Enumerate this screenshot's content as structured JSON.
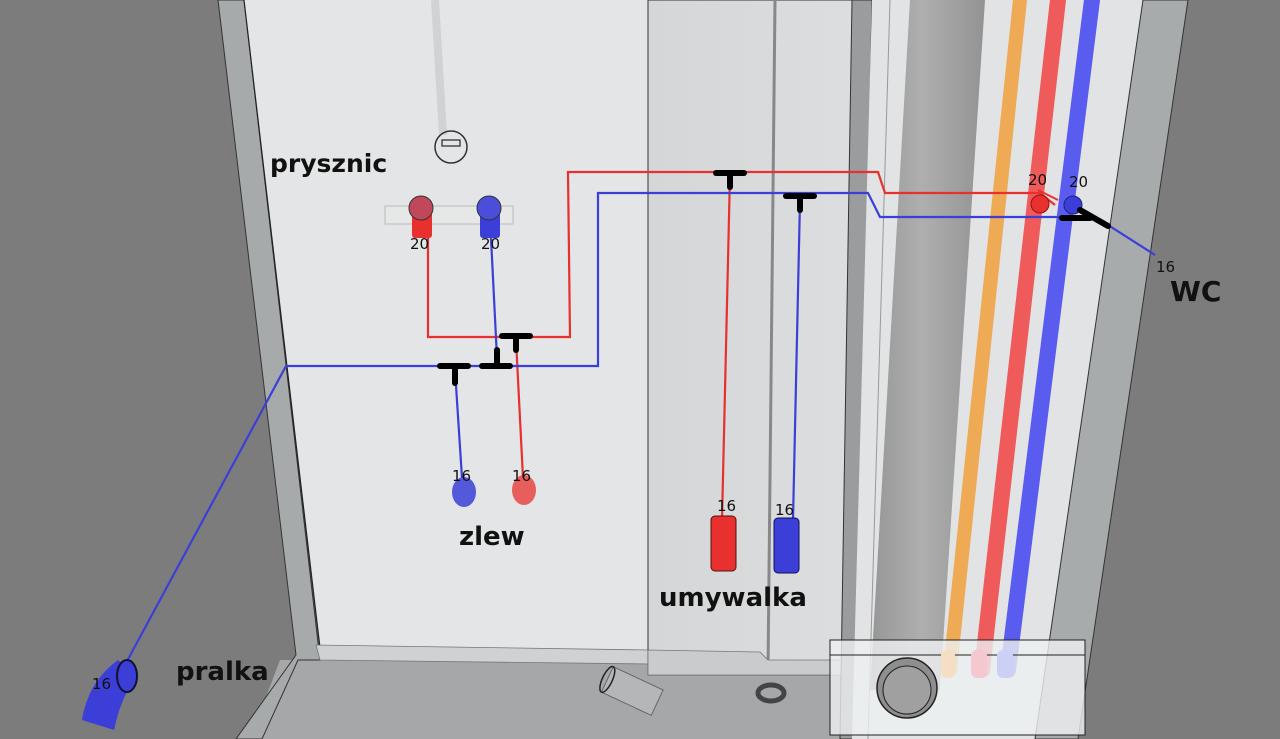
{
  "diagram": {
    "type": "plumbing-layout-3d",
    "colors": {
      "hot_water": "#e8302e",
      "cold_water": "#3b3fd8",
      "hot_pipe_3d": "#ef5a5a",
      "cold_pipe_3d": "#5a5cf0",
      "circulation_pipe_3d": "#eeaa55",
      "tee_fitting": "#000000",
      "wall_light": "#e3e5e6",
      "wall_dark": "#7c7c7c",
      "floor": "#a4a6a7"
    },
    "fixtures": [
      {
        "id": "shower",
        "label": "prysznic",
        "connections": [
          {
            "pipe": "hot",
            "diameter": "20"
          },
          {
            "pipe": "cold",
            "diameter": "20"
          }
        ]
      },
      {
        "id": "sink",
        "label": "zlew",
        "connections": [
          {
            "pipe": "cold",
            "diameter": "16"
          },
          {
            "pipe": "hot",
            "diameter": "16"
          }
        ]
      },
      {
        "id": "washbasin",
        "label": "umywalka",
        "connections": [
          {
            "pipe": "hot",
            "diameter": "16"
          },
          {
            "pipe": "cold",
            "diameter": "16"
          }
        ]
      },
      {
        "id": "washing-machine",
        "label": "pralka",
        "connections": [
          {
            "pipe": "cold",
            "diameter": "16"
          }
        ]
      },
      {
        "id": "toilet",
        "label": "WC",
        "connections": [
          {
            "pipe": "cold",
            "diameter": "16"
          }
        ]
      }
    ],
    "riser": {
      "connections": [
        {
          "pipe": "hot",
          "diameter": "20"
        },
        {
          "pipe": "cold",
          "diameter": "20"
        }
      ]
    }
  }
}
